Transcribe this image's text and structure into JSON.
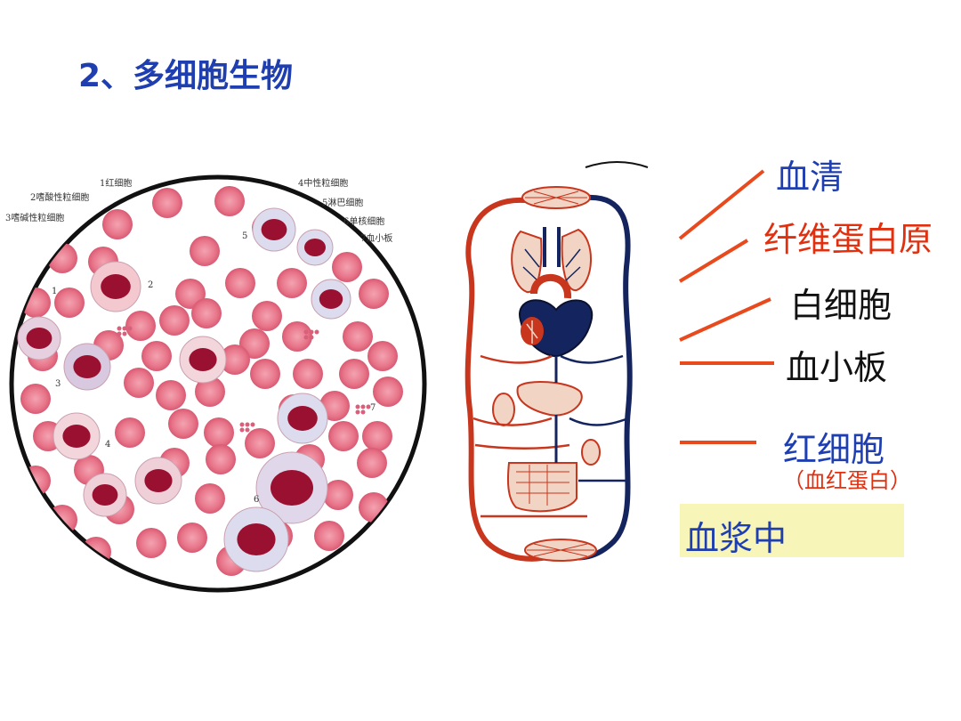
{
  "title": "2、多细胞生物",
  "blood_smear_legend": {
    "left": [
      "1红细胞",
      "2嗜酸性粒细胞",
      "3嗜碱性粒细胞"
    ],
    "right": [
      "4中性粒细胞",
      "5淋巴细胞",
      "6单核细胞",
      "7血小板"
    ],
    "numbers": [
      "1",
      "2",
      "3",
      "4",
      "5",
      "6",
      "7"
    ]
  },
  "labels": {
    "serum": "血清",
    "fibrinogen": "纤维蛋白原",
    "white_cell": "白细胞",
    "platelet": "血小板",
    "red_cell": "红细胞",
    "hemoglobin": "（血红蛋白）",
    "plasma": "血浆中"
  },
  "colors": {
    "title": "#1f3fb0",
    "label_blue": "#1f3fb0",
    "label_red": "#e03010",
    "line": "#e84a1e",
    "plasma_bg": "#f7f5b8",
    "rbc": "#e8758a",
    "nucleus": "#9a1030"
  }
}
